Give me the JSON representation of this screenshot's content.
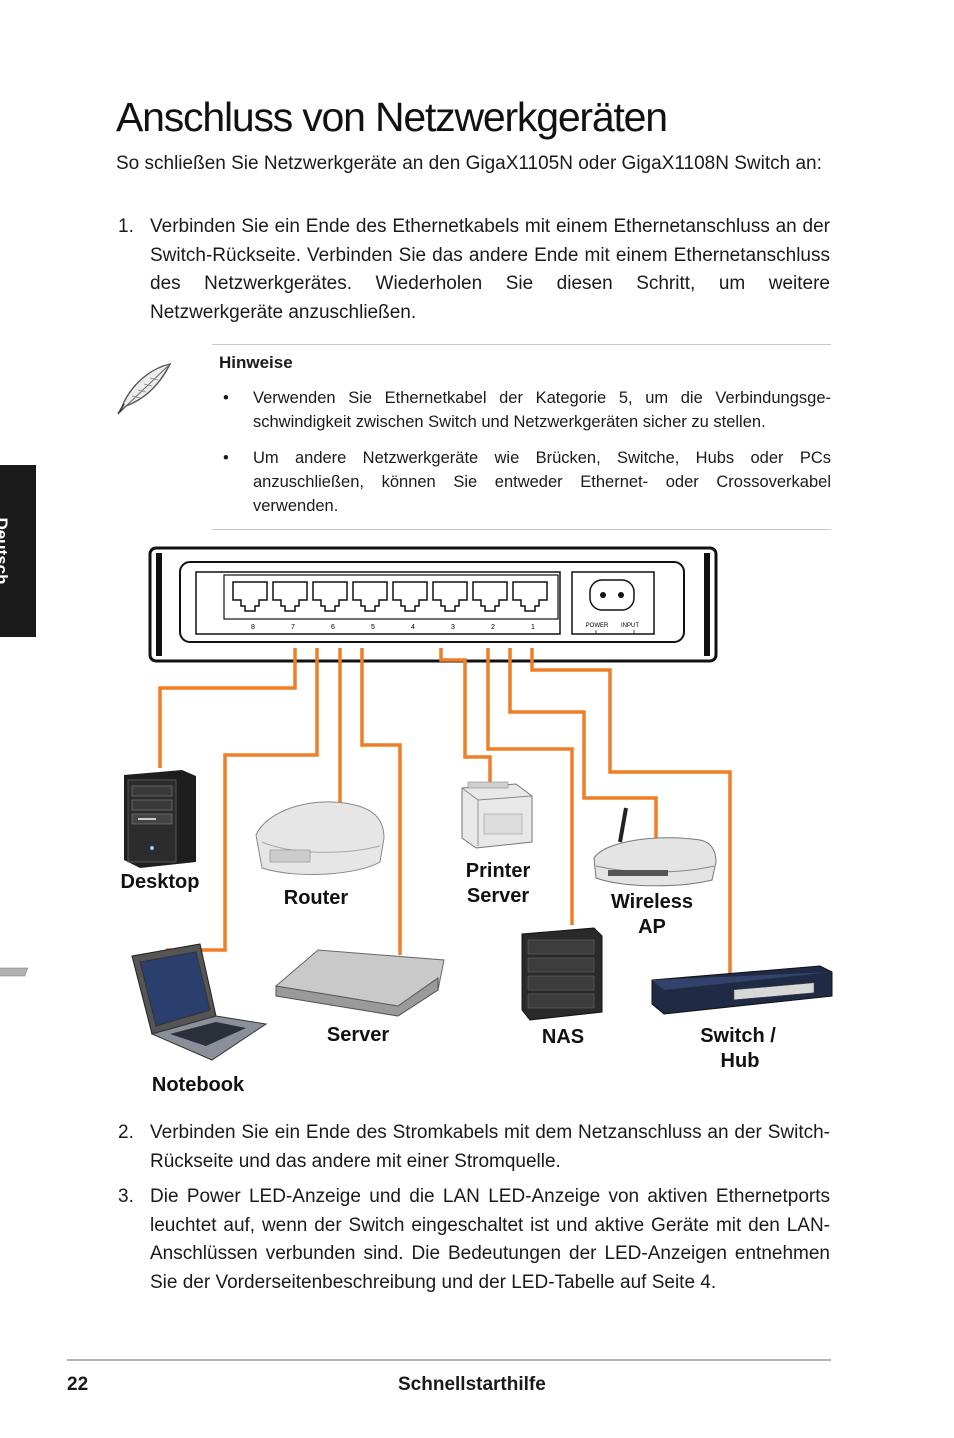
{
  "page": {
    "title": "Anschluss von Netzwerkgeräten",
    "intro": "So schließen Sie Netzwerkgeräte an den GigaX1105N oder GigaX1108N Switch an:",
    "steps": [
      {
        "num": "1.",
        "text": "Verbinden Sie ein Ende des Ethernetkabels mit einem Ethernetanschluss an der Switch-Rückseite. Verbinden Sie das andere Ende mit einem Ethernetanschluss des Netzwerkgerätes. Wiederholen Sie diesen Schritt, um weitere Netzwerkgeräte anzuschließen."
      },
      {
        "num": "2.",
        "text": "Verbinden Sie ein Ende des Stromkabels mit dem Netzanschluss an der Switch-Rückseite und das andere mit einer Stromquelle."
      },
      {
        "num": "3.",
        "text": "Die Power LED-Anzeige und die LAN LED-Anzeige von aktiven Ethernetports leuchtet auf, wenn der Switch eingeschaltet ist und aktive Geräte mit den LAN-Anschlüssen verbunden sind. Die Bedeutungen der LED-Anzeigen entnehmen Sie der Vorderseitenbeschreibung und der LED-Tabelle auf Seite 4."
      }
    ],
    "note": {
      "title": "Hinweise",
      "items": [
        "Verwenden Sie Ethernetkabel der Kategorie 5, um die Verbindungsge-schwindigkeit zwischen Switch und Netzwerkgeräten sicher zu stellen.",
        "Um andere Netzwerkgeräte wie Brücken, Switche, Hubs oder PCs anzuschließen, können Sie entweder Ethernet- oder Crossoverkabel verwenden."
      ],
      "bullet": "•"
    },
    "side_tab": "Deutsch",
    "footer": {
      "page_number": "22",
      "title": "Schnellstarthilfe"
    }
  },
  "diagram": {
    "port_numbers": [
      "8",
      "7",
      "6",
      "5",
      "4",
      "3",
      "2",
      "1"
    ],
    "power_label": "POWER",
    "input_label": "INPUT",
    "devices": {
      "desktop": "Desktop",
      "router": "Router",
      "printer_line1": "Printer",
      "printer_line2": "Server",
      "wireless_line1": "Wireless",
      "wireless_line2": "AP",
      "notebook": "Notebook",
      "server": "Server",
      "nas": "NAS",
      "switch_line1": "Switch /",
      "switch_line2": "Hub"
    },
    "cable_color": "#f07e26"
  }
}
